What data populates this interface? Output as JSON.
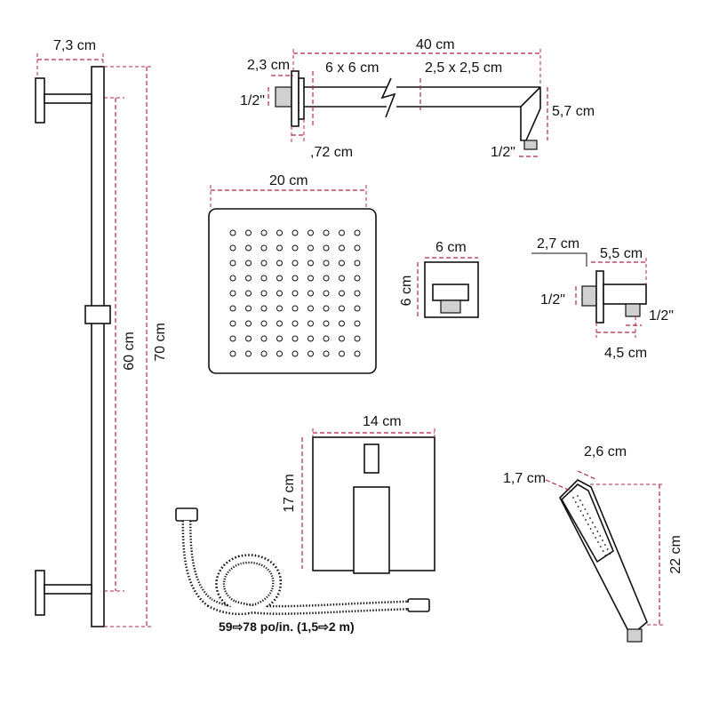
{
  "colors": {
    "dimension": "#b3264a",
    "outline": "#111111",
    "background": "#ffffff"
  },
  "slide_bar": {
    "width": "7,3 cm",
    "slide_length": "60 cm",
    "total_height": "70 cm"
  },
  "shower_arm": {
    "length": "40 cm",
    "wall_thickness": "2,3 cm",
    "flange_size": "6 x 6 cm",
    "tube_section": "2,5 x 2,5 cm",
    "drop": "5,7 cm",
    "inlet_thread": "1/2\"",
    "outlet_thread": "1/2\"",
    "flange_depth": ",72 cm"
  },
  "shower_head": {
    "width": "20 cm"
  },
  "wall_outlet_front": {
    "width": "6 cm",
    "height": "6 cm"
  },
  "wall_outlet_side": {
    "offset": "2,7 cm",
    "depth": "5,5 cm",
    "inlet_thread": "1/2\"",
    "outlet_thread": "1/2\"",
    "base": "4,5 cm"
  },
  "valve_plate": {
    "width": "14 cm",
    "height": "17 cm"
  },
  "hose": {
    "caption": "59⇨78 po/in. (1,5⇨2 m)"
  },
  "hand_shower": {
    "head_width": "1,7 cm",
    "head_depth": "2,6 cm",
    "length": "22 cm"
  }
}
